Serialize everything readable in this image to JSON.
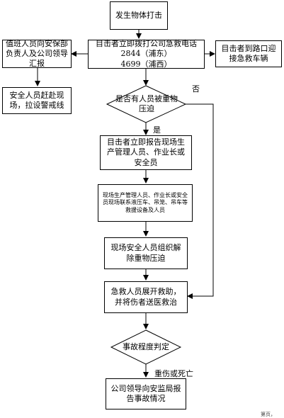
{
  "nodes": {
    "start": "发生物体打击",
    "call_line1": "目击者立即拨打公司急救电话",
    "call_line2": "2844（浦东）",
    "call_line3": "4699（浦西）",
    "notify_left": "值班人员向安保部负责人及公司领导汇报",
    "guide_ambulance": "目击者到路口迎接急救车辆",
    "security_scene": "安全人员赶赴现场，拉设警戒线",
    "decision_pressed": "是否有人员被重物压迫",
    "report_managers": "目击者立即报告现场生产管理人员、作业长或安全员",
    "contact_equipment": "现场生产管理人员、作业长或安全员现场联系液压车、吊笼、吊车等救援设备及人员",
    "remove_weight": "现场安全人员组织解除重物压迫",
    "rescue": "急救人员展开救助，并将伤者送医救治",
    "decision_severity": "事故程度判定",
    "report_authority": "公司领导向安监局报告事故情况"
  },
  "edge_labels": {
    "no": "否",
    "yes": "是",
    "serious": "重伤或死亡"
  },
  "footer": "第页，"
}
